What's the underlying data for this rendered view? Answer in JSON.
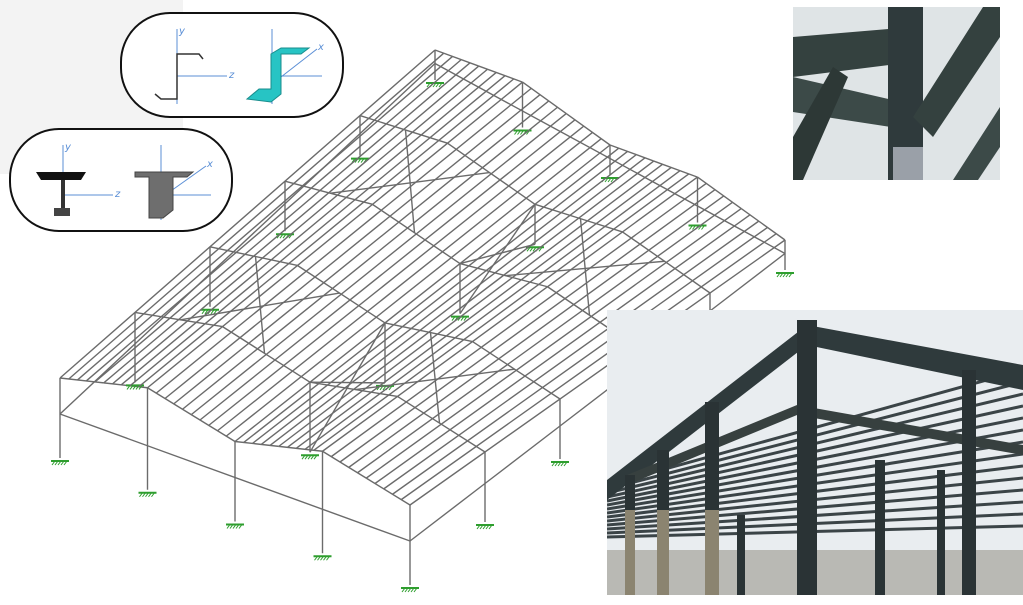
{
  "sections": {
    "z_section": {
      "axis_y": "y",
      "axis_z": "z",
      "axis_x": "x"
    },
    "i_section": {
      "axis_y": "y",
      "axis_z": "z",
      "axis_x": "x"
    }
  },
  "colors": {
    "frame": "#6b6b6b",
    "support": "#2e9e2e",
    "axis": "#5b8fd6",
    "z_purlin": "#27c4c4",
    "i_beam": "#6e6e6e",
    "steel_photo": "#2f3a3c"
  }
}
